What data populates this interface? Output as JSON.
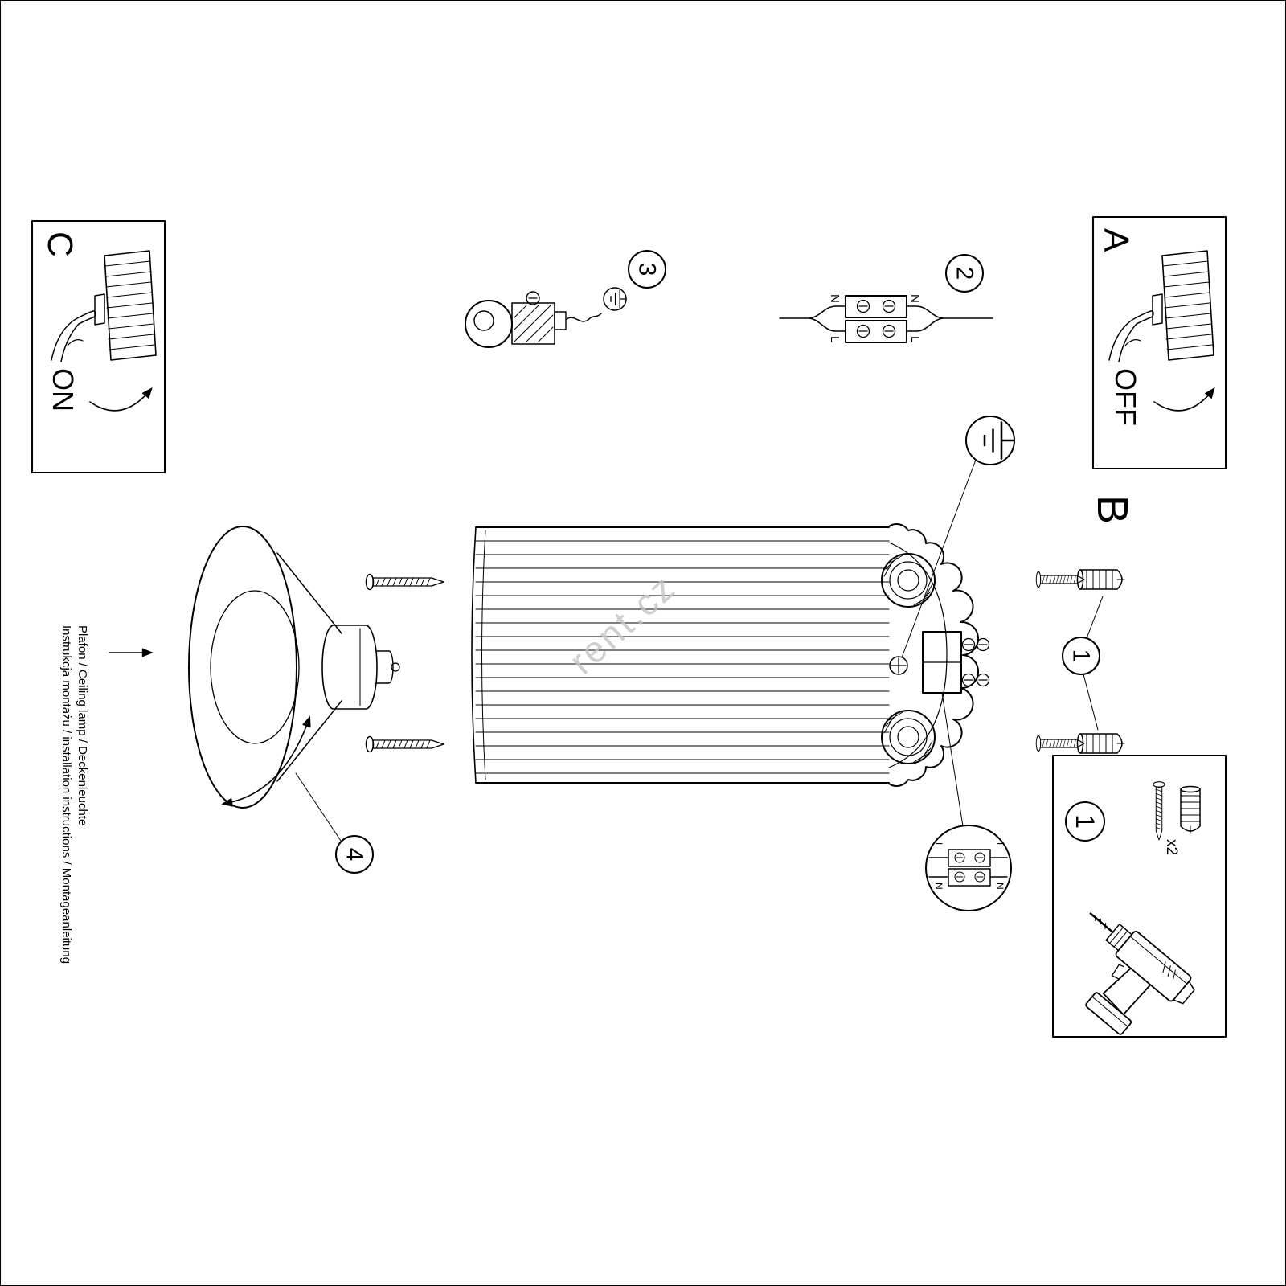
{
  "document": {
    "footer_line1": "Instrukcja montażu / installation instructions / Montageanleitung",
    "footer_line2": "Plafon / Ceiling lamp / Deckenleuchte",
    "watermark": "rent.cz"
  },
  "sections": {
    "a": {
      "label": "A",
      "switch_state": "OFF"
    },
    "b": {
      "label": "B"
    },
    "c": {
      "label": "C",
      "switch_state": "ON"
    }
  },
  "steps": {
    "s1": "1",
    "s2": "2",
    "s3": "3",
    "s4": "4"
  },
  "wiring": {
    "neutral": "N",
    "live": "L"
  },
  "parts": {
    "dowel_qty": "x2"
  },
  "colors": {
    "ink": "#000000",
    "watermark": "#c4c4c4"
  }
}
